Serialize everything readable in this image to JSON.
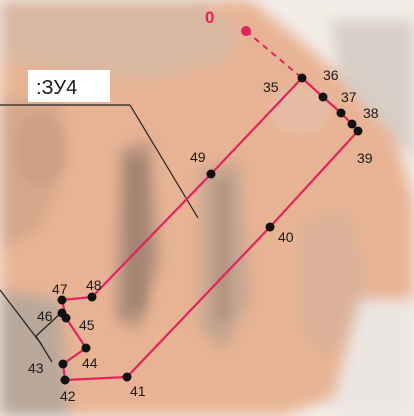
{
  "map": {
    "parcel_label": ":ЗУ4",
    "origin_label": "0",
    "colors": {
      "boundary": "#e0245e",
      "vertex": "#111111",
      "leader": "#222222"
    },
    "points": [
      {
        "id": "35",
        "label": "35"
      },
      {
        "id": "36",
        "label": "36"
      },
      {
        "id": "37",
        "label": "37"
      },
      {
        "id": "38",
        "label": "38"
      },
      {
        "id": "39",
        "label": "39"
      },
      {
        "id": "40",
        "label": "40"
      },
      {
        "id": "41",
        "label": "41"
      },
      {
        "id": "42",
        "label": "42"
      },
      {
        "id": "43",
        "label": "43"
      },
      {
        "id": "44",
        "label": "44"
      },
      {
        "id": "45",
        "label": "45"
      },
      {
        "id": "46",
        "label": "46"
      },
      {
        "id": "47",
        "label": "47"
      },
      {
        "id": "48",
        "label": "48"
      },
      {
        "id": "49",
        "label": "49"
      }
    ]
  }
}
